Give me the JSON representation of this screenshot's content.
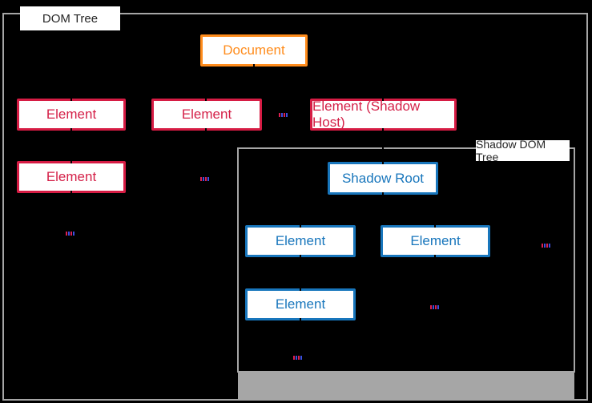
{
  "colors": {
    "background": "#000000",
    "container_border": "#A6A6A6",
    "gray_bar": "#A6A6A6",
    "document_accent": "#FF8C1C",
    "element_accent": "#D61C44",
    "shadow_accent": "#1876BC",
    "node_fill": "#FFFFFF",
    "label_text": "#262626",
    "connector": "#000000"
  },
  "dom_tree": {
    "label": "DOM Tree",
    "nodes": {
      "document": "Document",
      "element_1": "Element",
      "element_2": "Element",
      "shadow_host": "Element (Shadow Host)",
      "element_3": "Element"
    },
    "ellipsis": "..."
  },
  "shadow_dom_tree": {
    "label": "Shadow DOM Tree",
    "nodes": {
      "shadow_root": "Shadow Root",
      "element_1": "Element",
      "element_2": "Element",
      "element_3": "Element"
    },
    "ellipsis": "..."
  }
}
